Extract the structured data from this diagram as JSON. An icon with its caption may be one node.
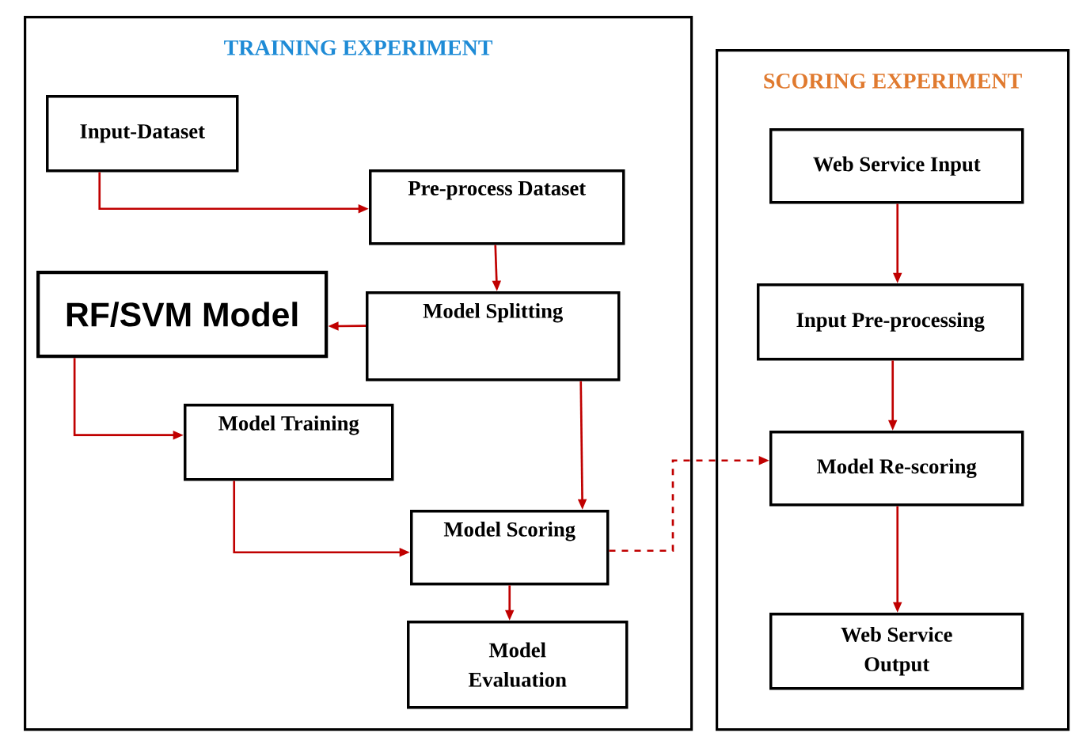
{
  "diagram": {
    "nodes": [
      {
        "text": [
          "TRAINING EXPERIMENT"
        ]
      },
      {
        "text": [
          "Input-Dataset"
        ],
        "in": 0
      },
      {
        "text": [
          "Pre-process Dataset"
        ],
        "in": 0
      },
      {
        "text": [
          "RF/SVM Model"
        ],
        "in": 0
      },
      {
        "text": [
          "Model Splitting"
        ],
        "in": 0
      },
      {
        "text": [
          "Model Training"
        ],
        "in": 0
      },
      {
        "text": [
          "Model Scoring"
        ],
        "in": 0
      },
      {
        "text": [
          "Model Evaluation"
        ],
        "in": 0
      },
      {
        "text": [
          "SCORING EXPERIMENT"
        ]
      },
      {
        "text": [
          "Web Service Input"
        ],
        "in": 8
      },
      {
        "text": [
          "Input Pre-processing"
        ],
        "in": 8
      },
      {
        "text": [
          "Model Re-scoring"
        ],
        "in": 8
      },
      {
        "text": [
          "Web Service Output"
        ],
        "in": 8
      }
    ],
    "edges": [
      {
        "from": 1,
        "to": 2,
        "arrow": "to"
      },
      {
        "from": 2,
        "to": 4,
        "arrow": "to"
      },
      {
        "from": 4,
        "to": 3,
        "arrow": "to"
      },
      {
        "from": 3,
        "to": 5,
        "arrow": "to"
      },
      {
        "from": 4,
        "to": 6,
        "arrow": "to"
      },
      {
        "from": 5,
        "to": 6,
        "arrow": "to"
      },
      {
        "from": 6,
        "to": 7,
        "arrow": "to"
      },
      {
        "from": 6,
        "to": 11,
        "arrow": "to",
        "style": "dashed"
      },
      {
        "from": 9,
        "to": 10,
        "arrow": "to"
      },
      {
        "from": 10,
        "to": 11,
        "arrow": "to"
      },
      {
        "from": 11,
        "to": 12,
        "arrow": "to"
      }
    ]
  }
}
